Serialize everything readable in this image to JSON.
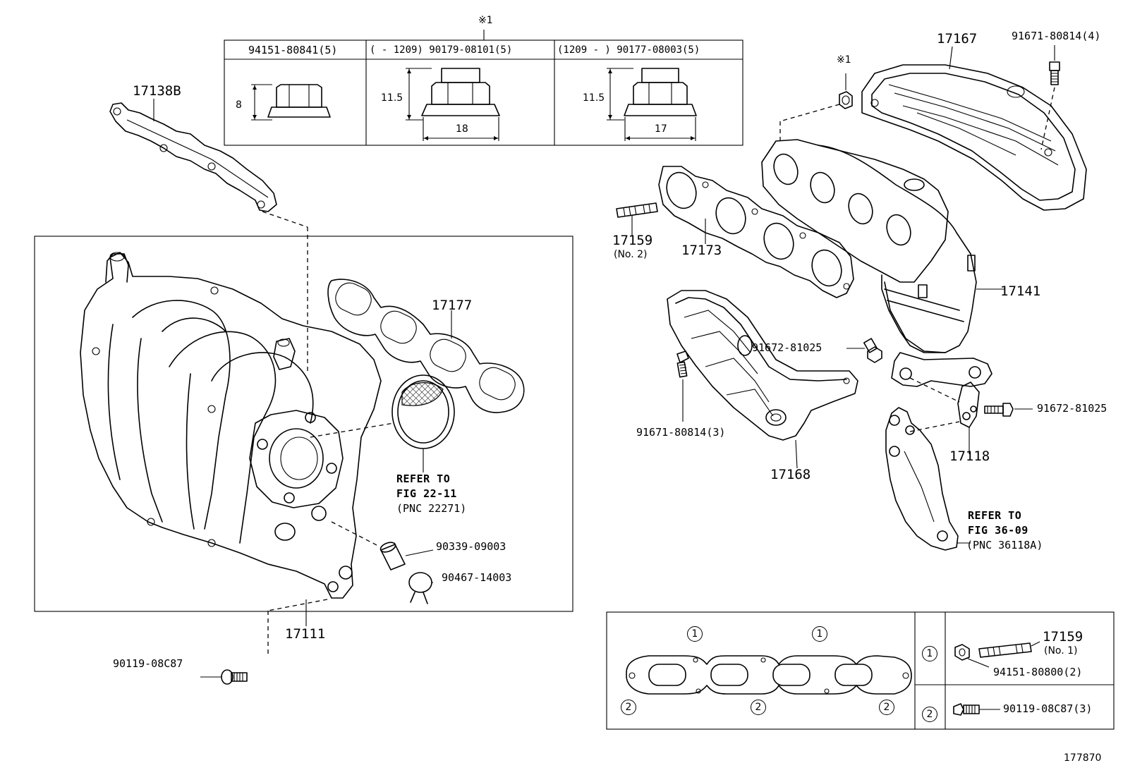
{
  "diagram": {
    "doc_number": "177870",
    "nut_table": {
      "marker_top": "※1",
      "cells": [
        {
          "header": "94151-80841(5)",
          "height": "8",
          "width": ""
        },
        {
          "header": "(      - 1209) 90179-08101(5)",
          "height": "11.5",
          "width": "18"
        },
        {
          "header": "(1209 -       ) 90177-08003(5)",
          "height": "11.5",
          "width": "17"
        }
      ]
    },
    "parts": {
      "p17138B": "17138B",
      "p17111": "17111",
      "p17177": "17177",
      "p90339": "90339-09003",
      "p90467": "90467-14003",
      "p90119_main": "90119-08C87",
      "ref1": {
        "line1": "REFER TO",
        "line2": "FIG 22-11",
        "line3": "(PNC 22271)"
      },
      "p17167": "17167",
      "p91671_4": "91671-80814(4)",
      "marker_nut": "※1",
      "p17159": "17159",
      "p17159_sub": "(No. 2)",
      "p17173": "17173",
      "p17141": "17141",
      "p91672_a": "91672-81025",
      "p91671_3": "91671-80814(3)",
      "p91672_b": "91672-81025",
      "p17118": "17118",
      "p17168": "17168",
      "ref2": {
        "line1": "REFER TO",
        "line2": "FIG 36-09",
        "line3": "(PNC 36118A)"
      }
    },
    "legend": {
      "c1": "1",
      "c2": "2",
      "row1": {
        "key": "1",
        "part": "17159",
        "part_sub": "(No. 1)",
        "nut": "94151-80800(2)"
      },
      "row2": {
        "key": "2",
        "bolt": "90119-08C87(3)"
      }
    }
  }
}
